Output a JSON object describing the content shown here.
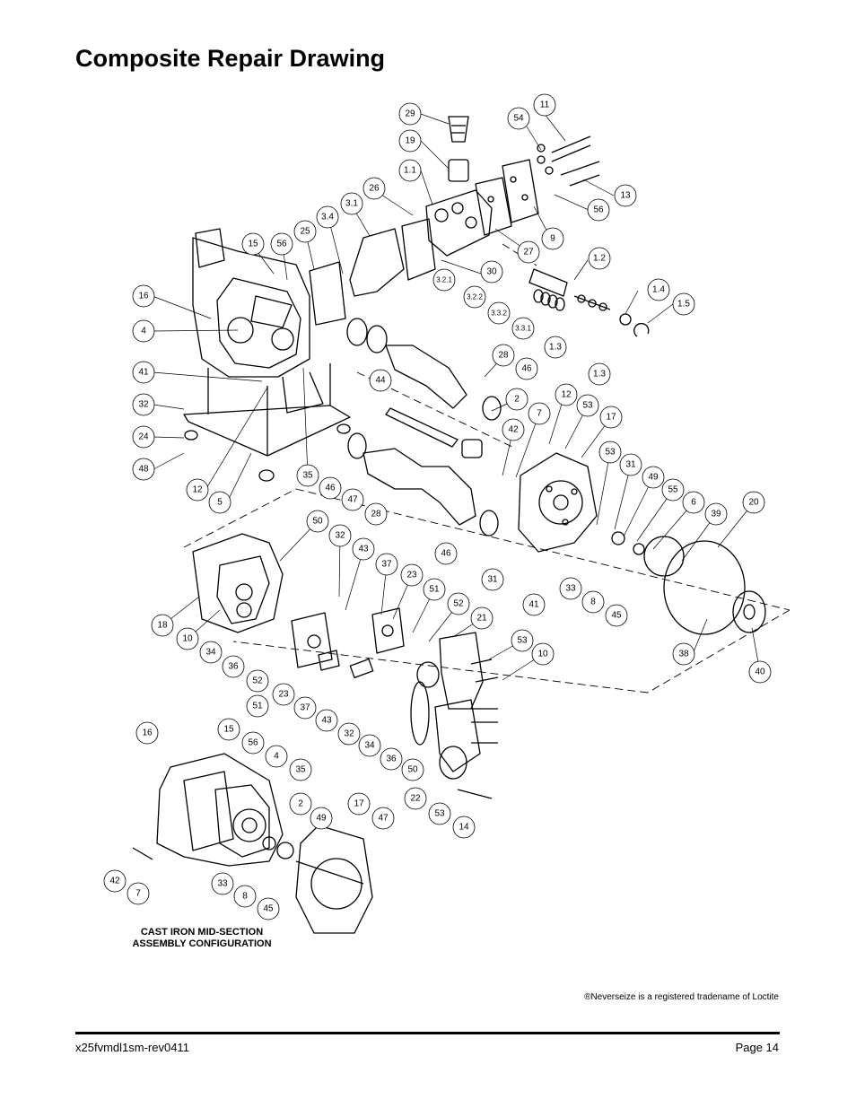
{
  "page": {
    "title": "Composite Repair Drawing",
    "caption_line1": "CAST IRON MID-SECTION",
    "caption_line2": "ASSEMBLY CONFIGURATION",
    "trademark_note": "®Neverseize is a registered tradename of Loctite",
    "doc_id": "x25fvmdl1sm-rev0411",
    "page_label": "Page 14"
  },
  "callouts": [
    "29",
    "19",
    "1.1",
    "11",
    "54",
    "13",
    "56",
    "9",
    "27",
    "26",
    "3.1",
    "3.4",
    "25",
    "15",
    "56",
    "16",
    "4",
    "41",
    "32",
    "24",
    "48",
    "12",
    "5",
    "35",
    "46",
    "47",
    "28",
    "44",
    "30",
    "3.2.1",
    "3.2.2",
    "3.3.2",
    "3.3.1",
    "1.2",
    "1.4",
    "1.5",
    "1.3",
    "1.3",
    "28",
    "46",
    "2",
    "7",
    "42",
    "12",
    "53",
    "17",
    "53",
    "31",
    "49",
    "55",
    "6",
    "39",
    "20",
    "38",
    "40",
    "46",
    "31",
    "41",
    "33",
    "8",
    "45",
    "50",
    "32",
    "43",
    "37",
    "23",
    "51",
    "52",
    "21",
    "53",
    "10",
    "18",
    "10",
    "34",
    "36",
    "52",
    "51",
    "23",
    "37",
    "43",
    "32",
    "34",
    "36",
    "50",
    "22",
    "53",
    "14",
    "16",
    "15",
    "56",
    "4",
    "35",
    "2",
    "49",
    "17",
    "47",
    "42",
    "7",
    "33",
    "8",
    "45"
  ]
}
